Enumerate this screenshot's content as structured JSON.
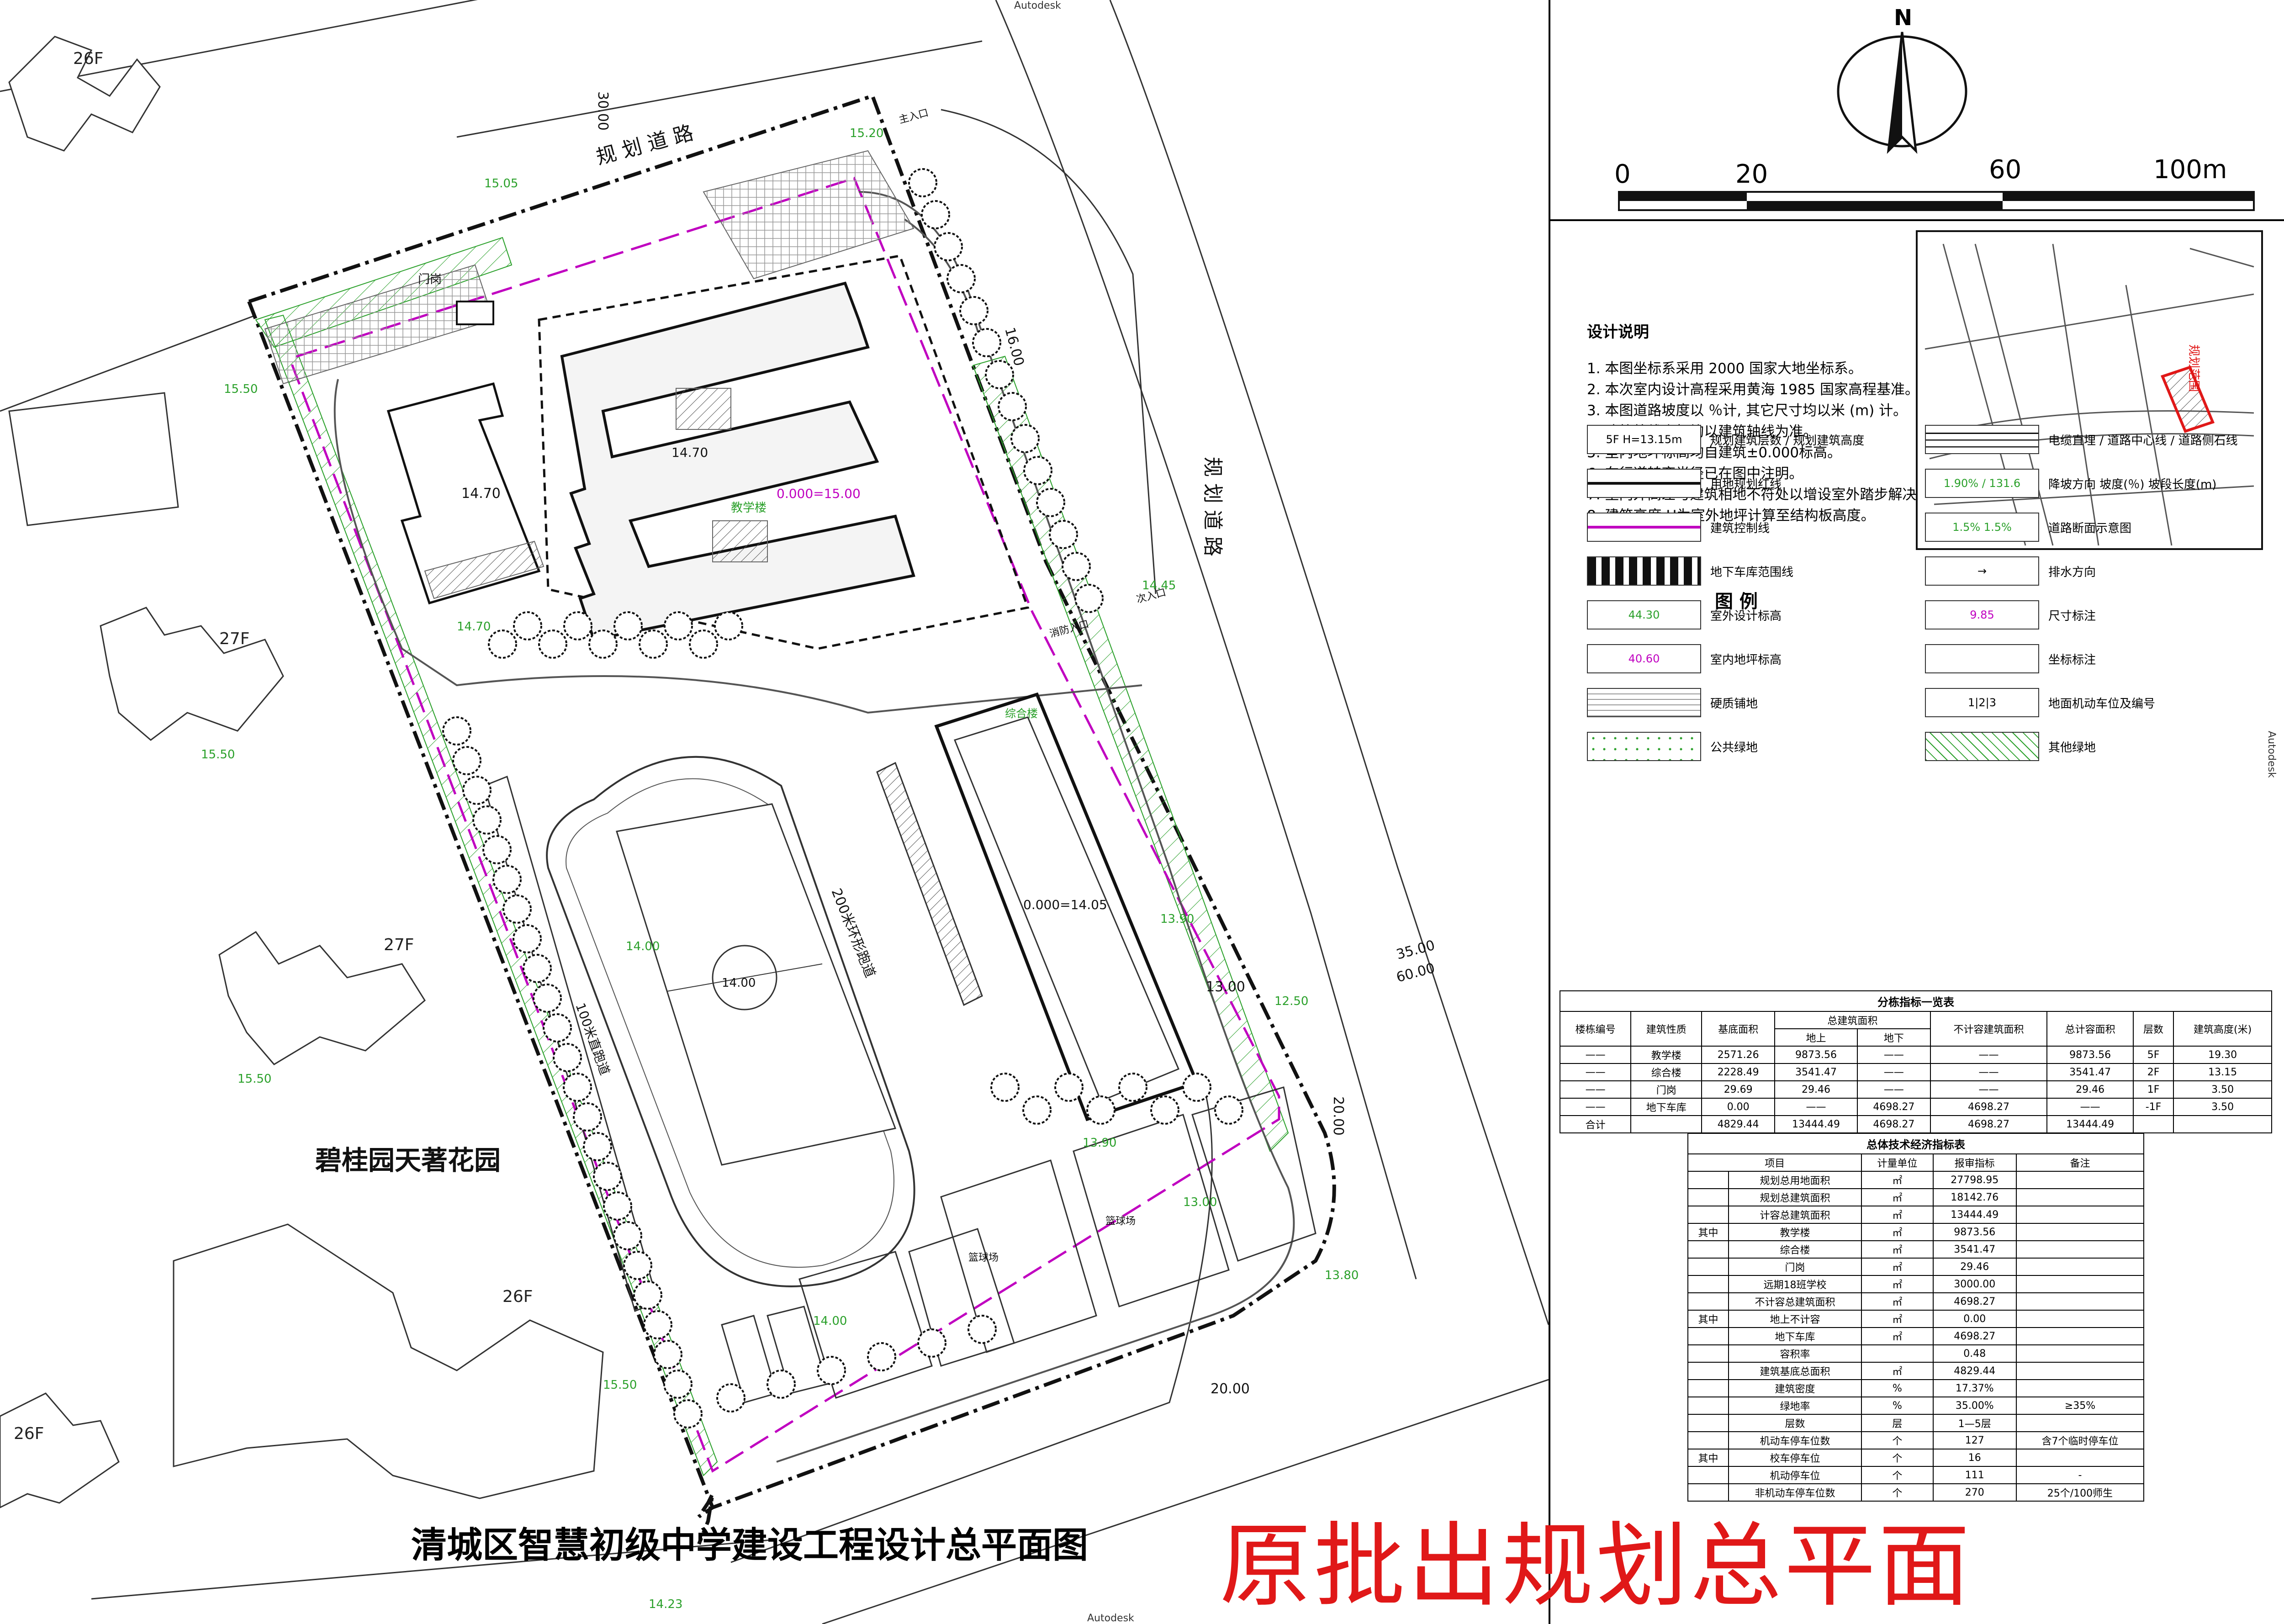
{
  "autocad_tag": "Autodesk",
  "drawing": {
    "title": "清城区智慧初级中学建设工程设计总平面图",
    "stamp": "原批出规划总平面",
    "north_label": "N",
    "scale_labels": [
      "0",
      "20",
      "60",
      "100m"
    ]
  },
  "neighbours": {
    "garden_name": "碧桂园天著花园",
    "floors": [
      "26F",
      "27F",
      "27F",
      "26F",
      "26F"
    ]
  },
  "site": {
    "road_label_north": "规 划 道 路",
    "road_label_east": "规 划 道 路",
    "road_dims": [
      "30.00",
      "16.00",
      "35.00",
      "60.00",
      "13.00",
      "20.00",
      "20.00"
    ],
    "elevations": [
      "15.05",
      "15.20",
      "15.50",
      "14.70",
      "14.45",
      "13.90",
      "13.90",
      "13.80",
      "14.00",
      "14.23",
      "15.50",
      "15.50",
      "15.50",
      "12.50",
      "13.00",
      "14.00"
    ],
    "buildings": {
      "teaching_label": "教学楼",
      "teaching_zero": "0.000=15.00",
      "teaching_height": "14.70",
      "complex_label": "综合楼",
      "complex_zero": "0.000=14.05",
      "gate_label": "门岗"
    },
    "sports": {
      "track_label": "200米环形跑道",
      "sprint_label": "100米直跑道",
      "field_center": "14.00",
      "court_label": "篮球场"
    },
    "entrances": [
      "主入口",
      "次入口",
      "消防入口"
    ]
  },
  "notes": {
    "title": "设计说明",
    "items": [
      "1. 本图坐标系采用 2000 国家大地坐标系。",
      "2. 本次室内设计高程采用黄海 1985 国家高程基准。",
      "3. 本图道路坡度以 ％计, 其它尺寸均以米 (m) 计。",
      "4. 建筑放线坐标均以建筑轴线为准。",
      "5. 室内地坪标高均自建筑±0.000标高。",
      "6. 车行道转弯半径已在图中注明。",
      "7. 室内外高差与建筑相地不符处以增设室外踏步解决。",
      "8. 建筑高度 H为室外地坪计算至结构板高度。"
    ]
  },
  "location_map": {
    "label": "规划范围"
  },
  "legend": {
    "title": "图 例",
    "items": [
      {
        "sym": "5F H=13.15m",
        "label": "规划建筑层数 / 规划建筑高度",
        "style": "text"
      },
      {
        "sym": "",
        "label": "用地规划红线",
        "style": "dashdot"
      },
      {
        "sym": "",
        "label": "建筑控制线",
        "style": "magenta"
      },
      {
        "sym": "",
        "label": "地下车库范围线",
        "style": "dashed"
      },
      {
        "sym": "44.30",
        "label": "室外设计标高",
        "style": "green-text"
      },
      {
        "sym": "40.60",
        "label": "室内地坪标高",
        "style": "red-text"
      },
      {
        "sym": "",
        "label": "硬质铺地",
        "style": "grid"
      },
      {
        "sym": "",
        "label": "公共绿地",
        "style": "dots"
      },
      {
        "sym": "",
        "label": "电缆直埋 / 道路中心线 / 道路侧石线",
        "style": "lines"
      },
      {
        "sym": "1.90% / 131.6",
        "label": "降坡方向 坡度(％) 坡段长度(m)",
        "style": "green-text"
      },
      {
        "sym": "1.5% 1.5%",
        "label": "道路断面示意图",
        "style": "green-text"
      },
      {
        "sym": "→",
        "label": "排水方向",
        "style": "text"
      },
      {
        "sym": "9.85",
        "label": "尺寸标注",
        "style": "red-text"
      },
      {
        "sym": "",
        "label": "坐标标注",
        "style": "plain"
      },
      {
        "sym": "1|2|3",
        "label": "地面机动车位及编号",
        "style": "text"
      },
      {
        "sym": "",
        "label": "其他绿地",
        "style": "hatch"
      }
    ]
  },
  "building_table": {
    "title": "分栋指标一览表",
    "headers": [
      "楼栋编号",
      "建筑性质",
      "基底面积",
      "总建筑面积",
      "不计容建筑面积",
      "总计容面积",
      "层数",
      "建筑高度(米)"
    ],
    "subheaders": [
      "地上",
      "地下"
    ],
    "rows": [
      [
        "——",
        "教学楼",
        "2571.26",
        "9873.56",
        "——",
        "——",
        "9873.56",
        "5F",
        "19.30"
      ],
      [
        "——",
        "综合楼",
        "2228.49",
        "3541.47",
        "——",
        "——",
        "3541.47",
        "2F",
        "13.15"
      ],
      [
        "——",
        "门岗",
        "29.69",
        "29.46",
        "——",
        "——",
        "29.46",
        "1F",
        "3.50"
      ],
      [
        "——",
        "地下车库",
        "0.00",
        "——",
        "4698.27",
        "4698.27",
        "——",
        "-1F",
        "3.50"
      ],
      [
        "合计",
        "",
        "4829.44",
        "13444.49",
        "4698.27",
        "4698.27",
        "13444.49",
        "",
        ""
      ]
    ]
  },
  "econ_table": {
    "title": "总体技术经济指标表",
    "headers": [
      "项目",
      "计量单位",
      "报审指标",
      "备注"
    ],
    "rows": [
      [
        "",
        "规划总用地面积",
        "㎡",
        "27798.95",
        ""
      ],
      [
        "",
        "规划总建筑面积",
        "㎡",
        "18142.76",
        ""
      ],
      [
        "",
        "计容总建筑面积",
        "㎡",
        "13444.49",
        ""
      ],
      [
        "其中",
        "教学楼",
        "㎡",
        "9873.56",
        ""
      ],
      [
        "",
        "综合楼",
        "㎡",
        "3541.47",
        ""
      ],
      [
        "",
        "门岗",
        "㎡",
        "29.46",
        ""
      ],
      [
        "",
        "远期18班学校",
        "㎡",
        "3000.00",
        ""
      ],
      [
        "",
        "不计容总建筑面积",
        "㎡",
        "4698.27",
        ""
      ],
      [
        "其中",
        "地上不计容",
        "㎡",
        "0.00",
        ""
      ],
      [
        "",
        "地下车库",
        "㎡",
        "4698.27",
        ""
      ],
      [
        "",
        "容积率",
        "",
        "0.48",
        ""
      ],
      [
        "",
        "建筑基底总面积",
        "㎡",
        "4829.44",
        ""
      ],
      [
        "",
        "建筑密度",
        "%",
        "17.37%",
        ""
      ],
      [
        "",
        "绿地率",
        "%",
        "35.00%",
        "≥35%"
      ],
      [
        "",
        "层数",
        "层",
        "1—5层",
        ""
      ],
      [
        "",
        "机动车停车位数",
        "个",
        "127",
        "含7个临时停车位"
      ],
      [
        "其中",
        "校车停车位",
        "个",
        "16",
        ""
      ],
      [
        "",
        "机动停车位",
        "个",
        "111",
        "-"
      ],
      [
        "",
        "非机动车停车位数",
        "个",
        "270",
        "25个/100师生"
      ]
    ]
  },
  "colors": {
    "redline": "#111111",
    "control_line": "#c000c0",
    "green": "#2aa02a",
    "stamp_red": "#e01818",
    "hatch": "#999999"
  }
}
